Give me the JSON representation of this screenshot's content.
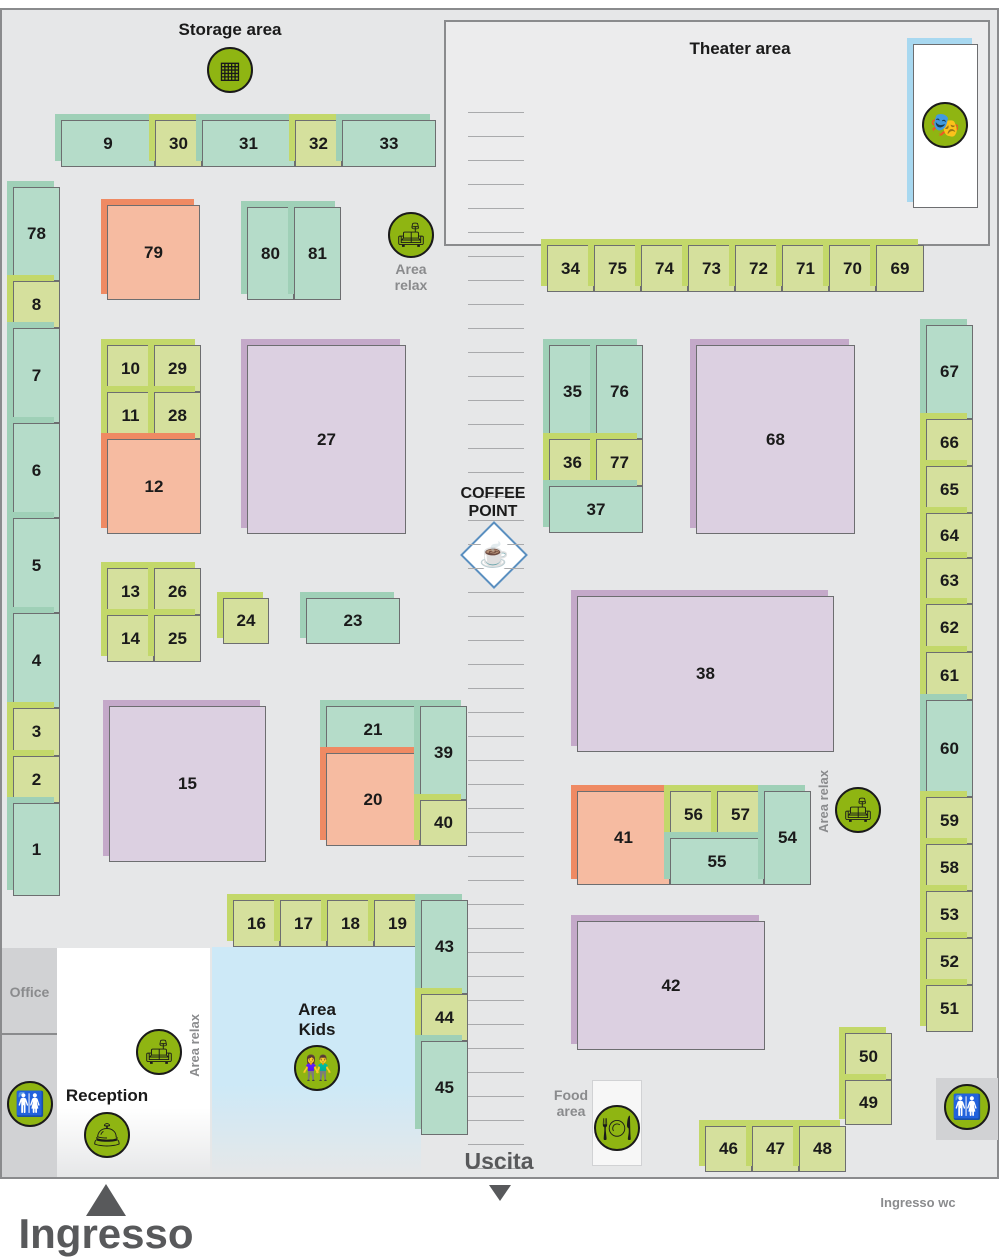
{
  "colors": {
    "exhibitor_green": "#d5e09d",
    "exhibitor_mint": "#b5dcc9",
    "exhibitor_salmon": "#f6bba1",
    "exhibitor_lavender": "#dcd0e1",
    "icon_green": "#8fb512",
    "kids_area": "#cde9f7"
  },
  "areas": {
    "storage": "Storage area",
    "theater": "Theater area",
    "relax_top": "Area relax",
    "coffee": "COFFEE POINT",
    "relax_right": "Area relax",
    "relax_reception": "Area relax",
    "kids": "Area Kids",
    "reception": "Reception",
    "office": "Office",
    "food": "Food area",
    "exit": "Uscita",
    "entrance": "Ingresso",
    "wc_entrance": "Ingresso wc"
  },
  "icons": [
    "storage-icon",
    "armchair-icon",
    "theater-stage-icon",
    "coffee-icon",
    "armchair-icon",
    "armchair-icon",
    "kids-icon",
    "reception-icon",
    "restroom-icon",
    "restroom-icon",
    "food-icon"
  ],
  "booths": [
    "9",
    "30",
    "31",
    "32",
    "33",
    "78",
    "8",
    "7",
    "6",
    "5",
    "4",
    "3",
    "2",
    "1",
    "79",
    "80",
    "81",
    "10",
    "29",
    "11",
    "28",
    "12",
    "27",
    "13",
    "26",
    "14",
    "25",
    "24",
    "23",
    "15",
    "21",
    "20",
    "39",
    "40",
    "16",
    "17",
    "18",
    "19",
    "43",
    "44",
    "45",
    "34",
    "75",
    "74",
    "73",
    "72",
    "71",
    "70",
    "69",
    "35",
    "76",
    "36",
    "77",
    "37",
    "68",
    "38",
    "41",
    "56",
    "57",
    "55",
    "54",
    "42",
    "67",
    "66",
    "65",
    "64",
    "63",
    "62",
    "61",
    "60",
    "59",
    "58",
    "53",
    "52",
    "51",
    "50",
    "49",
    "46",
    "47",
    "48"
  ]
}
